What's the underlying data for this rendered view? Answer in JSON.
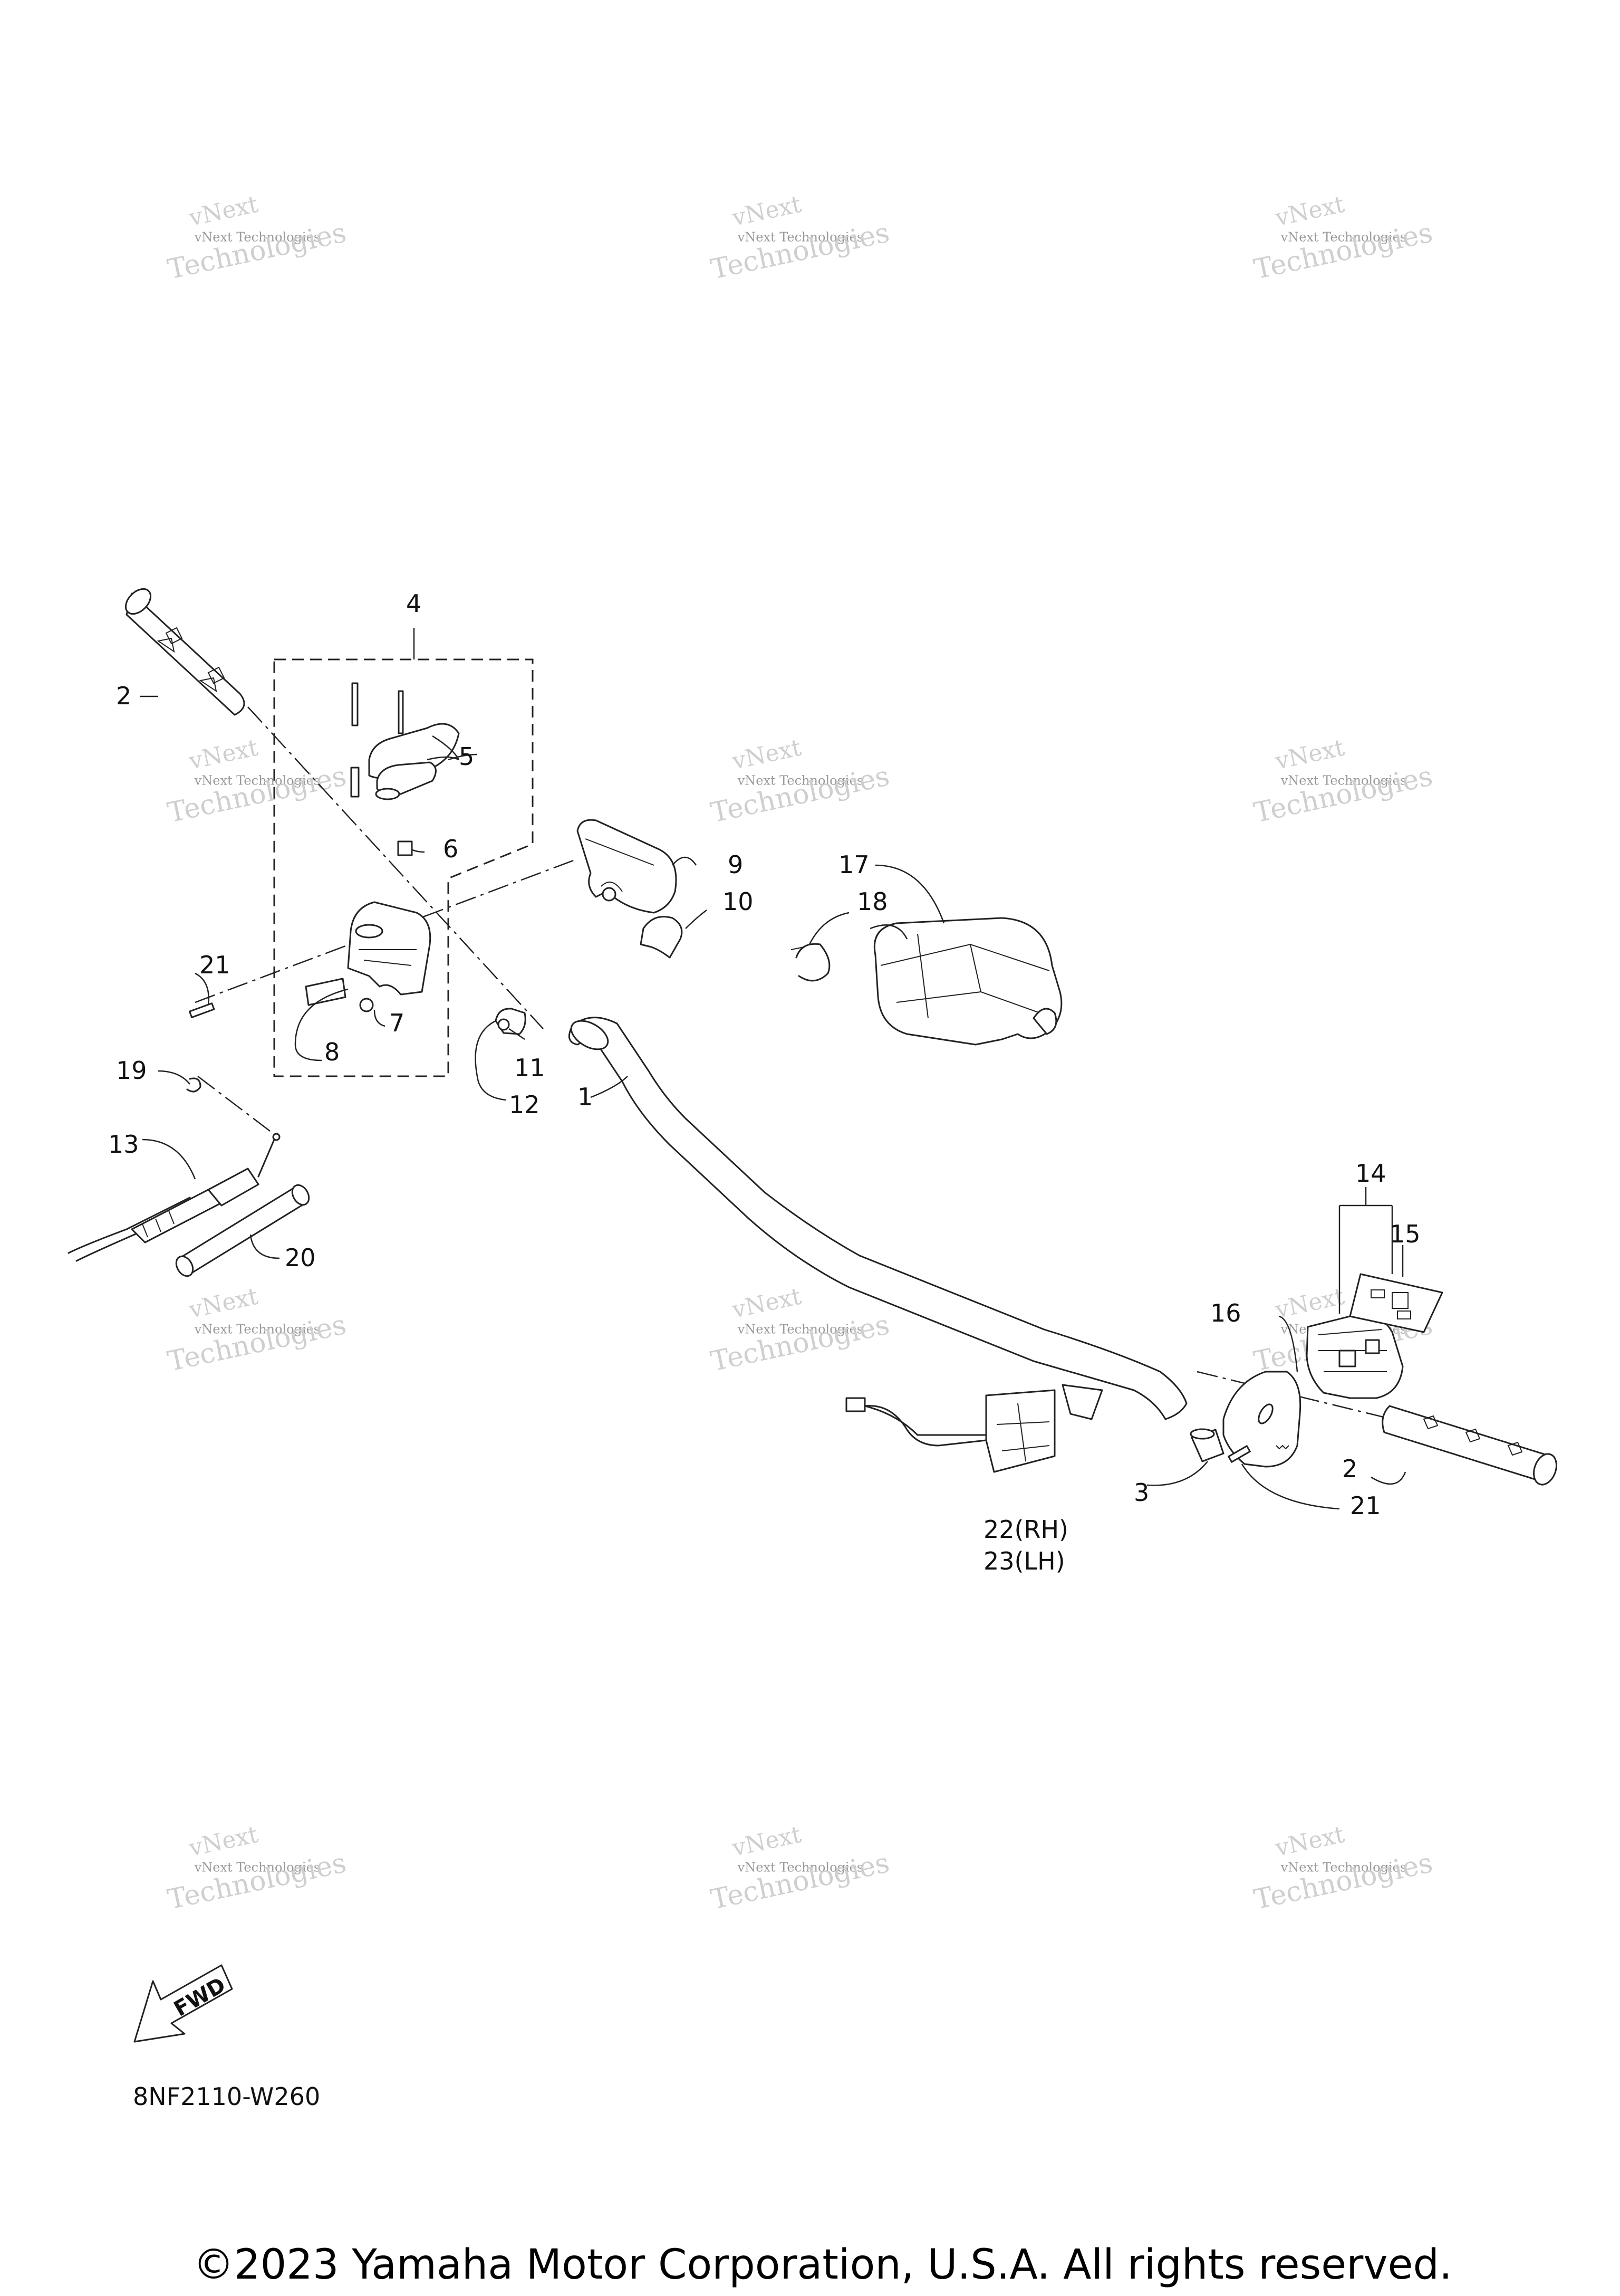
{
  "diagram": {
    "callouts": {
      "c1": "1",
      "c2a": "2",
      "c2b": "2",
      "c3": "3",
      "c4": "4",
      "c5": "5",
      "c6": "6",
      "c7": "7",
      "c8": "8",
      "c9": "9",
      "c10": "10",
      "c11": "11",
      "c12": "12",
      "c13": "13",
      "c14": "14",
      "c15": "15",
      "c16": "16",
      "c17": "17",
      "c18": "18",
      "c19": "19",
      "c20": "20",
      "c21a": "21",
      "c21b": "21",
      "c22": "22(RH)",
      "c23": "23(LH)"
    },
    "fwd_label": "FWD",
    "drawing_code": "8NF2110-W260",
    "watermark": {
      "line1": "vNext",
      "line2": "vNext Technologies",
      "line3": "Technologies"
    }
  },
  "footer": {
    "copyright": "©2023 Yamaha Motor Corporation, U.S.A. All rights reserved."
  }
}
